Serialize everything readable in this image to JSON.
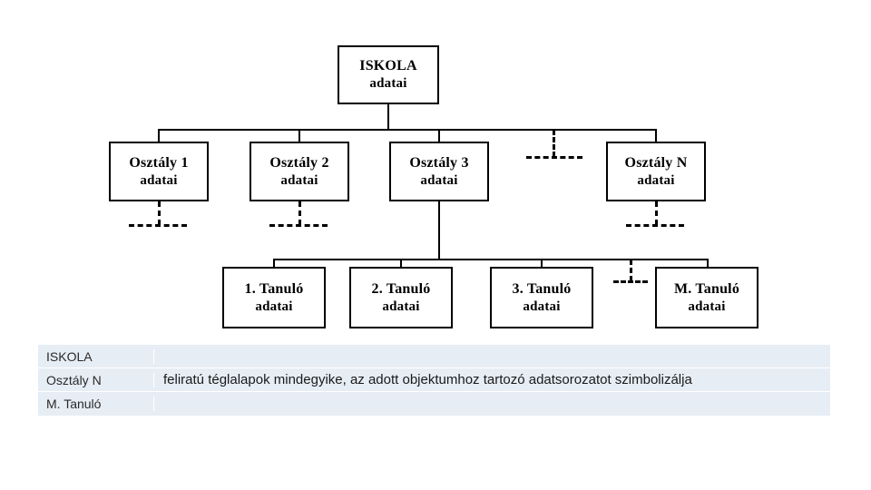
{
  "diagram": {
    "title": "ISKOLA adatai hierarchia",
    "levels": [
      {
        "name": "root",
        "nodes": [
          {
            "line1": "ISKOLA",
            "line2": "adatai"
          }
        ]
      },
      {
        "name": "classes",
        "nodes": [
          {
            "line1": "Osztály 1",
            "line2": "adatai"
          },
          {
            "line1": "Osztály 2",
            "line2": "adatai"
          },
          {
            "line1": "Osztály 3",
            "line2": "adatai"
          },
          {
            "line1": "Osztály N",
            "line2": "adatai"
          }
        ],
        "ellipsis": "dashed-ellipsis-between-osztaly3-and-osztalyN"
      },
      {
        "name": "students",
        "nodes": [
          {
            "line1": "1. Tanuló",
            "line2": "adatai"
          },
          {
            "line1": "2. Tanuló",
            "line2": "adatai"
          },
          {
            "line1": "3. Tanuló",
            "line2": "adatai"
          },
          {
            "line1": "M. Tanuló",
            "line2": "adatai"
          }
        ],
        "ellipsis": "dashed-ellipsis-between-tanulo3-and-tanuloM"
      }
    ],
    "colors": {
      "box_border": "#000000",
      "box_fill": "#ffffff",
      "connector": "#000000",
      "legend_background": "#e7edf5"
    }
  },
  "legend": {
    "keys": [
      "ISKOLA",
      "Osztály N",
      "M. Tanuló"
    ],
    "description": "feliratú téglalapok mindegyike, az adott objektumhoz tartozó adatsorozatot szimbolizálja"
  }
}
